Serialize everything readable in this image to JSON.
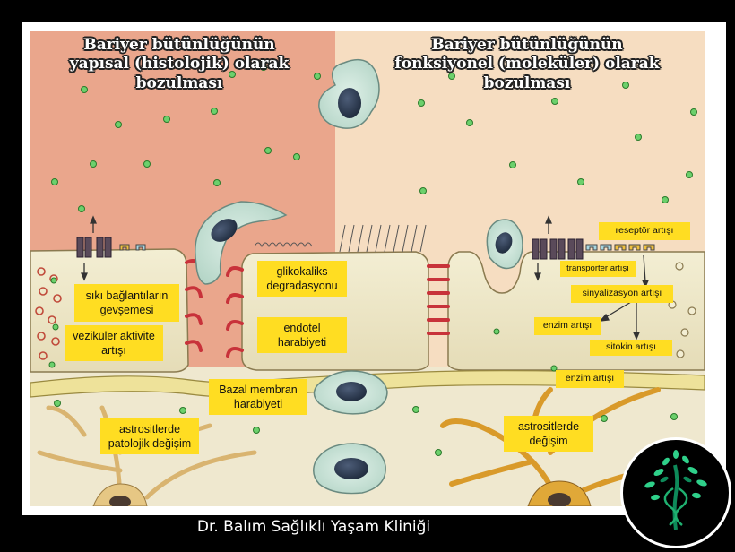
{
  "titles": {
    "left": [
      "Bariyer bütünlüğünün",
      "yapısal (histolojik) olarak",
      "bozulması"
    ],
    "right": [
      "Bariyer bütünlüğünün",
      "fonksiyonel (moleküler) olarak",
      "bozulması"
    ]
  },
  "labels": {
    "tight_junction": [
      "sıkı bağlantıların",
      "gevşemesi"
    ],
    "vesicular": [
      "veziküler aktivite",
      "artışı"
    ],
    "glycocalyx": [
      "glikokaliks",
      "degradasyonu"
    ],
    "endothelial": [
      "endotel",
      "harabiyeti"
    ],
    "basal_membrane": [
      "Bazal membran",
      "harabiyeti"
    ],
    "astro_left": [
      "astrositlerde",
      "patolojik değişim"
    ],
    "astro_right": [
      "astrositlerde",
      "değişim"
    ],
    "receptor": "reseptör artışı",
    "transporter": "transporter artışı",
    "signaling": "sinyalizasyon artışı",
    "enzyme1": "enzim artışı",
    "cytokine": "sitokin artışı",
    "enzyme2": "enzim artışı"
  },
  "footer": "Dr. Balım Sağlıklı Yaşam Kliniği",
  "colors": {
    "left_bg": "#eaa68c",
    "right_bg": "#f6ddc1",
    "cell": "#efe9c9",
    "label": "#ffdd22",
    "junction": "#c8323a",
    "astrocyte": "#d99a2a",
    "nucleus": "#2c3a50"
  },
  "icons": [
    "tree-logo-icon"
  ]
}
